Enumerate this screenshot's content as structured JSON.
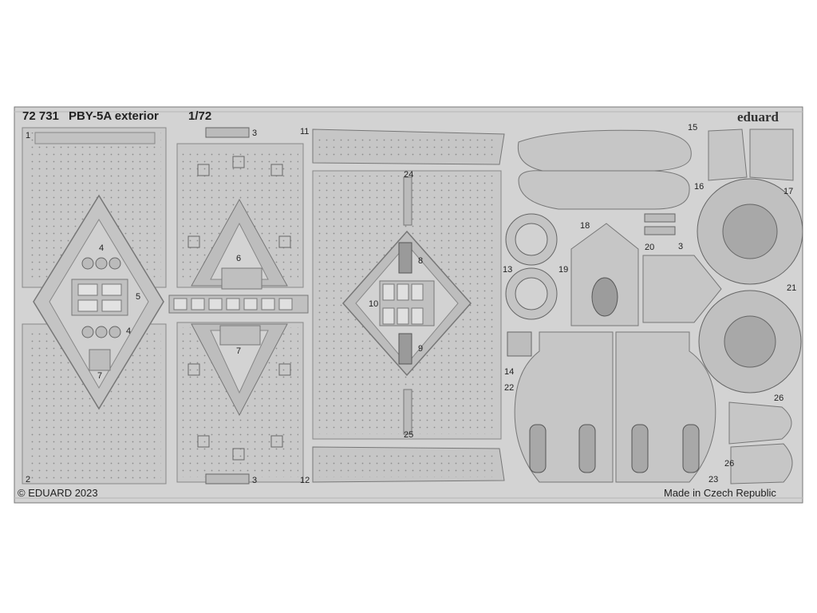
{
  "sheet": {
    "code": "72 731",
    "title": "PBY-5A exterior",
    "scale": "1/72",
    "brand": "eduard",
    "copyright": "© EDUARD 2023",
    "origin": "Made in Czech Republic"
  },
  "part_numbers": [
    "1",
    "2",
    "3",
    "3",
    "3",
    "4",
    "4",
    "5",
    "6",
    "7",
    "7",
    "8",
    "9",
    "10",
    "11",
    "12",
    "13",
    "14",
    "15",
    "16",
    "17",
    "18",
    "19",
    "20",
    "21",
    "22",
    "23",
    "24",
    "25",
    "26",
    "26"
  ],
  "colors": {
    "fret": "#d2d2d2",
    "outline": "#8a8a8a",
    "part": "#c8c8c8",
    "dark": "#8f8f8f",
    "text": "#222222"
  }
}
